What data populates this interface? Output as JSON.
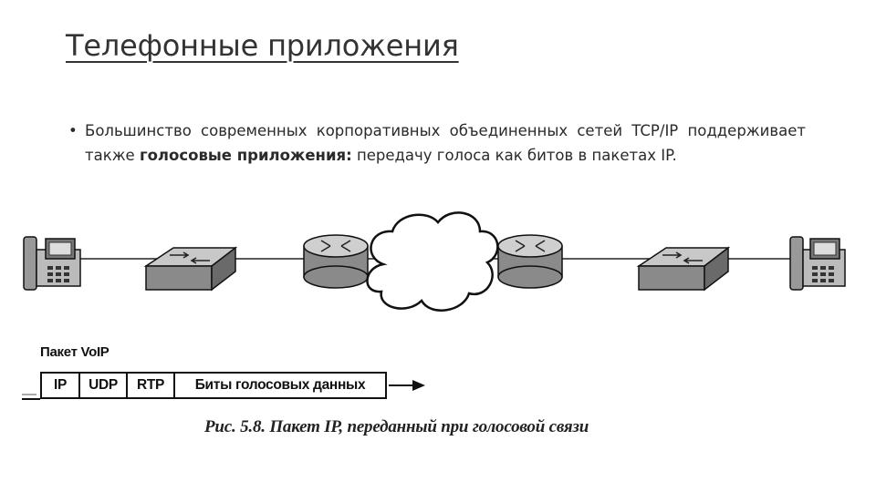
{
  "slide": {
    "title": "Телефонные приложения",
    "bullet": {
      "marker": "•",
      "text_before": "Большинство современных корпоративных объединенных сетей TCP/IP поддерживает также ",
      "text_bold": "голосовые приложения:",
      "text_after": " передачу голоса как битов в пакетах IP."
    }
  },
  "figure": {
    "packet_label": "Пакет VoIP",
    "packet_fields": [
      "IP",
      "UDP",
      "RTP",
      "Биты голосовых данных"
    ],
    "caption": "Рис. 5.8. Пакет IP, переданный при голосовой связи",
    "icons": [
      "ip-phone-icon",
      "switch-icon",
      "router-icon",
      "cloud-icon",
      "router-icon",
      "switch-icon",
      "ip-phone-icon"
    ]
  }
}
